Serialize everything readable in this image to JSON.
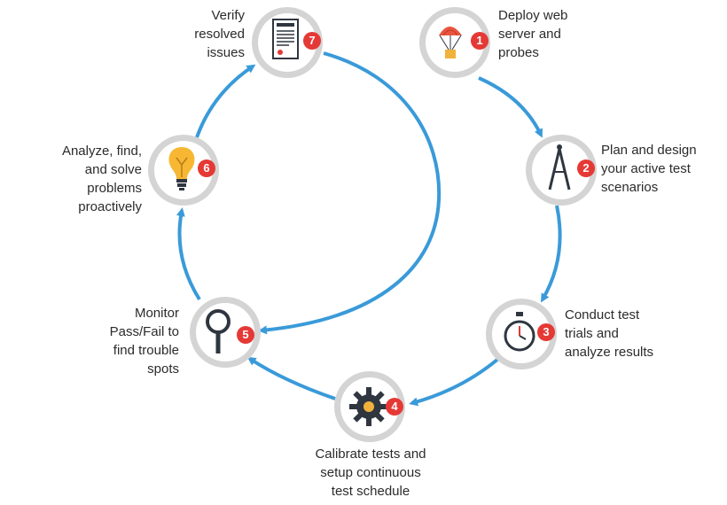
{
  "colors": {
    "arrow": "#3a9ad9",
    "ring_outer": "#d4d4d4",
    "ring_inner": "#ffffff",
    "badge": "#e53935",
    "text": "#2b2b2b",
    "icon_dark": "#2f3640",
    "icon_bulb": "#f7b733",
    "icon_chute": "#e8553f",
    "icon_box": "#f0b23a"
  },
  "steps": [
    {
      "number": "1",
      "icon": "parachute-icon",
      "label": [
        "Deploy web",
        "server and",
        "probes"
      ]
    },
    {
      "number": "2",
      "icon": "compass-icon",
      "label": [
        "Plan and design",
        "your active test",
        "scenarios"
      ]
    },
    {
      "number": "3",
      "icon": "stopwatch-icon",
      "label": [
        "Conduct test",
        "trials and",
        "analyze results"
      ]
    },
    {
      "number": "4",
      "icon": "gear-icon",
      "label": [
        "Calibrate tests and",
        "setup continuous",
        "test schedule"
      ]
    },
    {
      "number": "5",
      "icon": "magnifier-icon",
      "label": [
        "Monitor",
        "Pass/Fail to",
        "find trouble",
        "spots"
      ]
    },
    {
      "number": "6",
      "icon": "lightbulb-icon",
      "label": [
        "Analyze, find,",
        "and solve",
        "problems",
        "proactively"
      ]
    },
    {
      "number": "7",
      "icon": "document-icon",
      "label": [
        "Verify",
        "resolved",
        "issues"
      ]
    }
  ]
}
